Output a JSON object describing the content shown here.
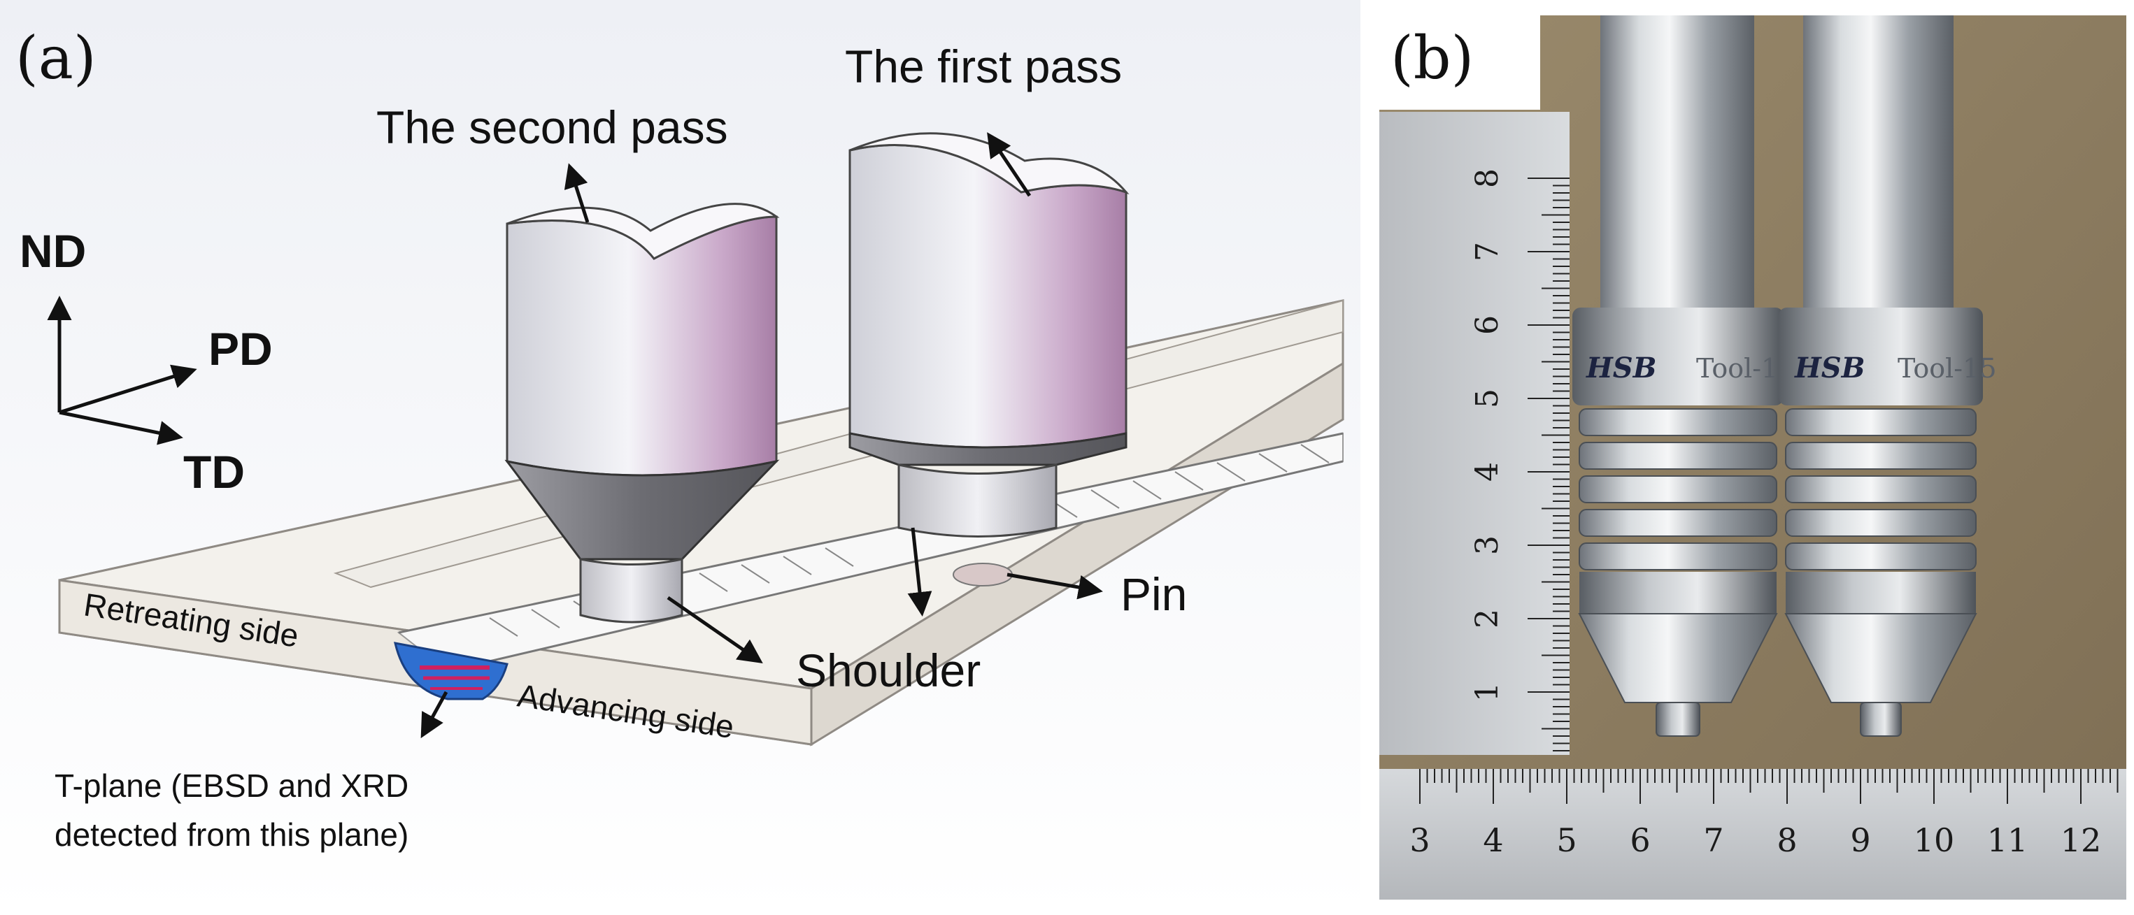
{
  "panel_a": {
    "letter": "(a)",
    "labels": {
      "second_pass": "The second pass",
      "first_pass": "The first pass",
      "shoulder": "Shoulder",
      "pin": "Pin",
      "retreating_side": "Retreating side",
      "advancing_side": "Advancing side",
      "t_plane_line1": "T-plane (EBSD and XRD",
      "t_plane_line2": "detected from this plane)"
    },
    "axes": {
      "nd": "ND",
      "pd": "PD",
      "td": "TD"
    },
    "colors": {
      "plate": "#f1eee9",
      "tool_body": "#e4e4ea",
      "tool_shade": "#b48cb0",
      "cone": "#7a7a80",
      "stir_zone": "#2f6fd0",
      "stir_bands": "#d02060"
    }
  },
  "panel_b": {
    "letter": "(b)",
    "horizontal_ruler_numbers": [
      "3",
      "4",
      "5",
      "6",
      "7",
      "8",
      "9",
      "10",
      "11",
      "12"
    ],
    "vertical_ruler_numbers": [
      "8",
      "7",
      "6",
      "5",
      "4",
      "3",
      "2",
      "1"
    ],
    "tool_left": {
      "brand": "HSB",
      "engraving": "Tool-1"
    },
    "tool_right": {
      "brand": "HSB",
      "engraving": "Tool-15"
    }
  }
}
